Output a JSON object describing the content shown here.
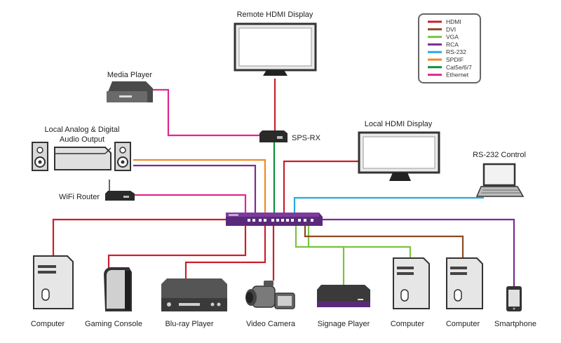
{
  "legend": {
    "items": [
      {
        "label": "HDMI",
        "color": "#c8202e"
      },
      {
        "label": "DVI",
        "color": "#8b4a24"
      },
      {
        "label": "VGA",
        "color": "#7cc242"
      },
      {
        "label": "RCA",
        "color": "#7b2c8e"
      },
      {
        "label": "RS-232",
        "color": "#27a9e1"
      },
      {
        "label": "SPDIF",
        "color": "#f08a24"
      },
      {
        "label": "Cat5e/6/7",
        "color": "#0f8f3e"
      },
      {
        "label": "Ethernet",
        "color": "#e2268f"
      }
    ]
  },
  "devices": {
    "remote_display": "Remote HDMI Display",
    "media_player": "Media Player",
    "sps_rx": "SPS-RX",
    "audio_line1": "Local Analog & Digital",
    "audio_line2": "Audio Output",
    "local_display": "Local HDMI Display",
    "rs232": "RS-232 Control",
    "wifi": "WiFi Router",
    "computer1": "Computer",
    "gaming": "Gaming Console",
    "bluray": "Blu-ray Player",
    "camera": "Video Camera",
    "signage": "Signage Player",
    "computer2": "Computer",
    "computer3": "Computer",
    "smartphone": "Smartphone"
  },
  "icons": [
    "display-icon",
    "media-player-icon",
    "receiver-icon",
    "speaker-icon",
    "amplifier-icon",
    "router-icon",
    "laptop-icon",
    "matrix-switch-icon",
    "computer-tower-icon",
    "game-console-icon",
    "bluray-player-icon",
    "video-camera-icon",
    "signage-player-icon",
    "smartphone-icon"
  ]
}
